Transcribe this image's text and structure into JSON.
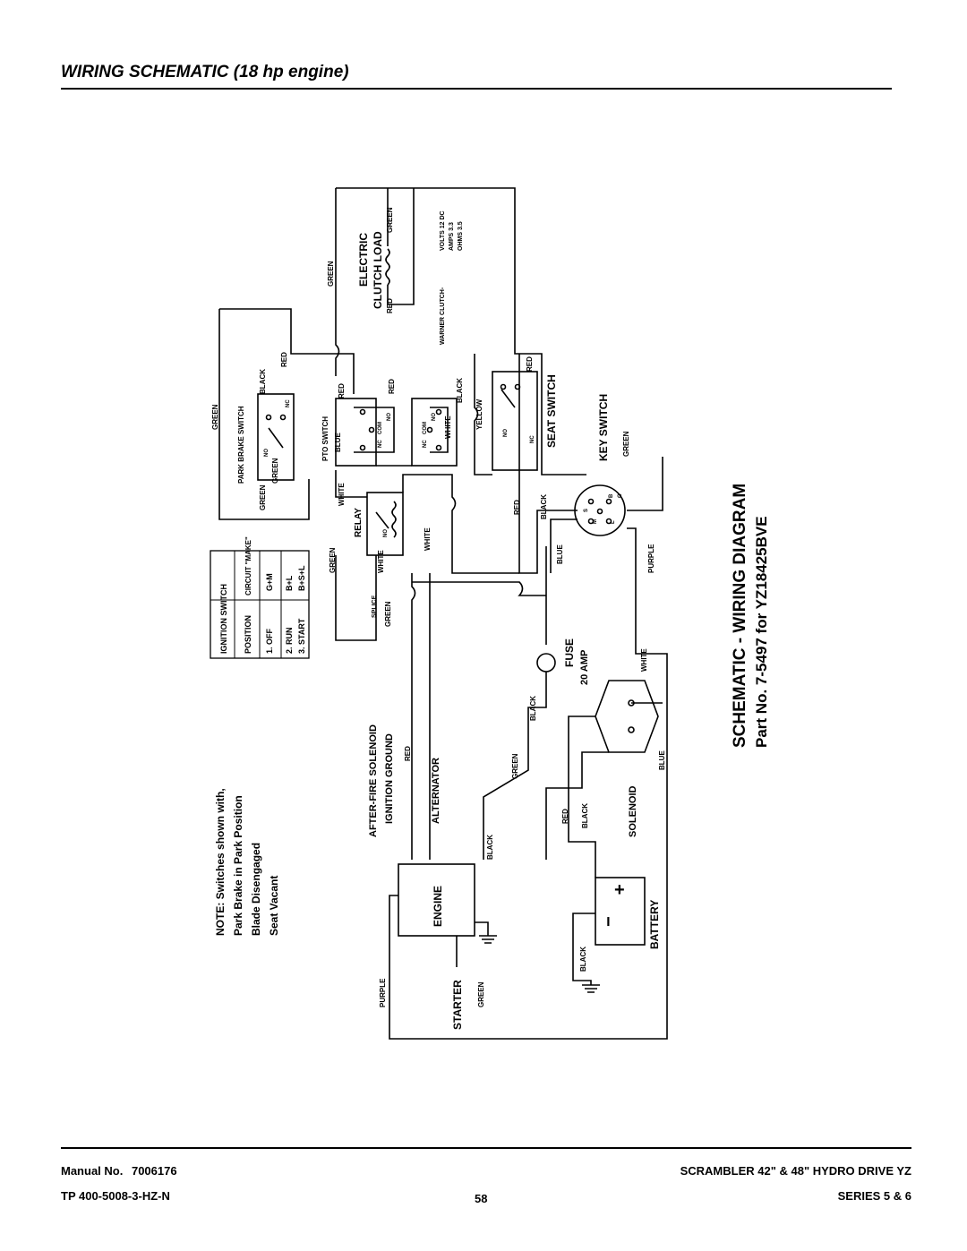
{
  "page": {
    "title": "WIRING SCHEMATIC (18 hp engine)"
  },
  "diagram": {
    "heading": "SCHEMATIC - WIRING DIAGRAM",
    "part_no": "Part No. 7-5497 for YZ18425BVE",
    "note": [
      "NOTE: Switches shown with,",
      "Park Brake in Park Position",
      "Blade Disengaged",
      "Seat Vacant"
    ],
    "ignition_table": {
      "title": "IGNITION SWITCH",
      "headers": [
        "POSITION",
        "CIRCUIT \"MAKE\""
      ],
      "rows": [
        [
          "1. OFF",
          "G+M"
        ],
        [
          "2. RUN",
          "B+L"
        ],
        [
          "3. START",
          "B+S+L"
        ]
      ]
    },
    "components": {
      "electric_clutch_1": "ELECTRIC",
      "electric_clutch_2": "CLUTCH LOAD",
      "warner_clutch": "WARNER CLUTCH-",
      "clutch_volts": "VOLTS 12 DC",
      "clutch_amps": "AMPS 3.3",
      "clutch_ohms": "OHMS 3.5",
      "park_brake_switch": "PARK BRAKE SWITCH",
      "pto_switch": "PTO SWITCH",
      "seat_switch": "SEAT SWITCH",
      "key_switch": "KEY SWITCH",
      "relay": "RELAY",
      "splice": "SPLICE",
      "fuse": "FUSE",
      "fuse_rating": "20 AMP",
      "solenoid": "SOLENOID",
      "battery": "BATTERY",
      "engine": "ENGINE",
      "starter": "STARTER",
      "alternator": "ALTERNATOR",
      "ignition_ground": "IGNITION GROUND",
      "after_fire": "AFTER-FIRE SOLENOID"
    },
    "contacts": {
      "no": "NO",
      "nc": "NC",
      "com": "COM",
      "key_s": "S",
      "key_b": "B",
      "key_m": "M",
      "key_l": "L",
      "key_g": "G",
      "plus": "+",
      "minus": "−"
    },
    "wires": {
      "green": "GREEN",
      "red": "RED",
      "black": "BLACK",
      "white": "WHITE",
      "blue": "BLUE",
      "yellow": "YELLOW",
      "purple": "PURPLE"
    }
  },
  "footer": {
    "manual_label": "Manual No.",
    "manual_no": "7006176",
    "tp": "TP 400-5008-3-HZ-N",
    "page_no": "58",
    "product": "SCRAMBLER 42\" & 48\" HYDRO DRIVE YZ",
    "series": "SERIES 5 & 6"
  }
}
